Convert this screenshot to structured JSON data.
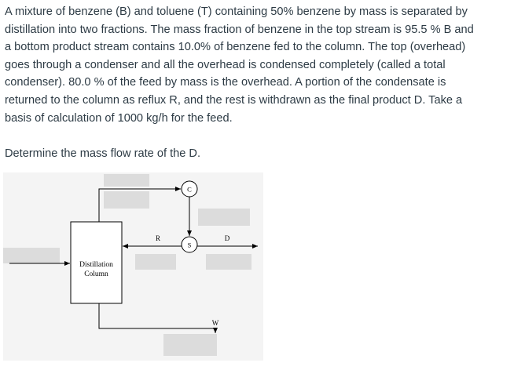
{
  "problem": {
    "lines": [
      "A mixture of benzene (B) and toluene (T) containing 50% benzene by mass is separated by",
      "distillation into two fractions. The mass fraction of benzene in the top stream is 95.5 % B and",
      "a bottom product stream contains 10.0% of benzene fed to the column. The top (overhead)",
      "goes through a condenser and all the overhead is condensed completely (called a total",
      "condenser). 80.0 % of the feed by mass is the overhead. A portion of the condensate is",
      "returned to the column as reflux R, and the rest is withdrawn as the final product D. Take a",
      "basis of calculation of 1000 kg/h for the feed."
    ]
  },
  "question": "Determine the mass flow rate of the D.",
  "diagram": {
    "column_label_line1": "Distillation",
    "column_label_line2": "Column",
    "condenser_label": "C",
    "splitter_label": "S",
    "reflux_label": "R",
    "distillate_label": "D",
    "bottoms_label": "W",
    "background_color": "#f4f4f4",
    "placeholder_color": "#dcdcdc"
  }
}
